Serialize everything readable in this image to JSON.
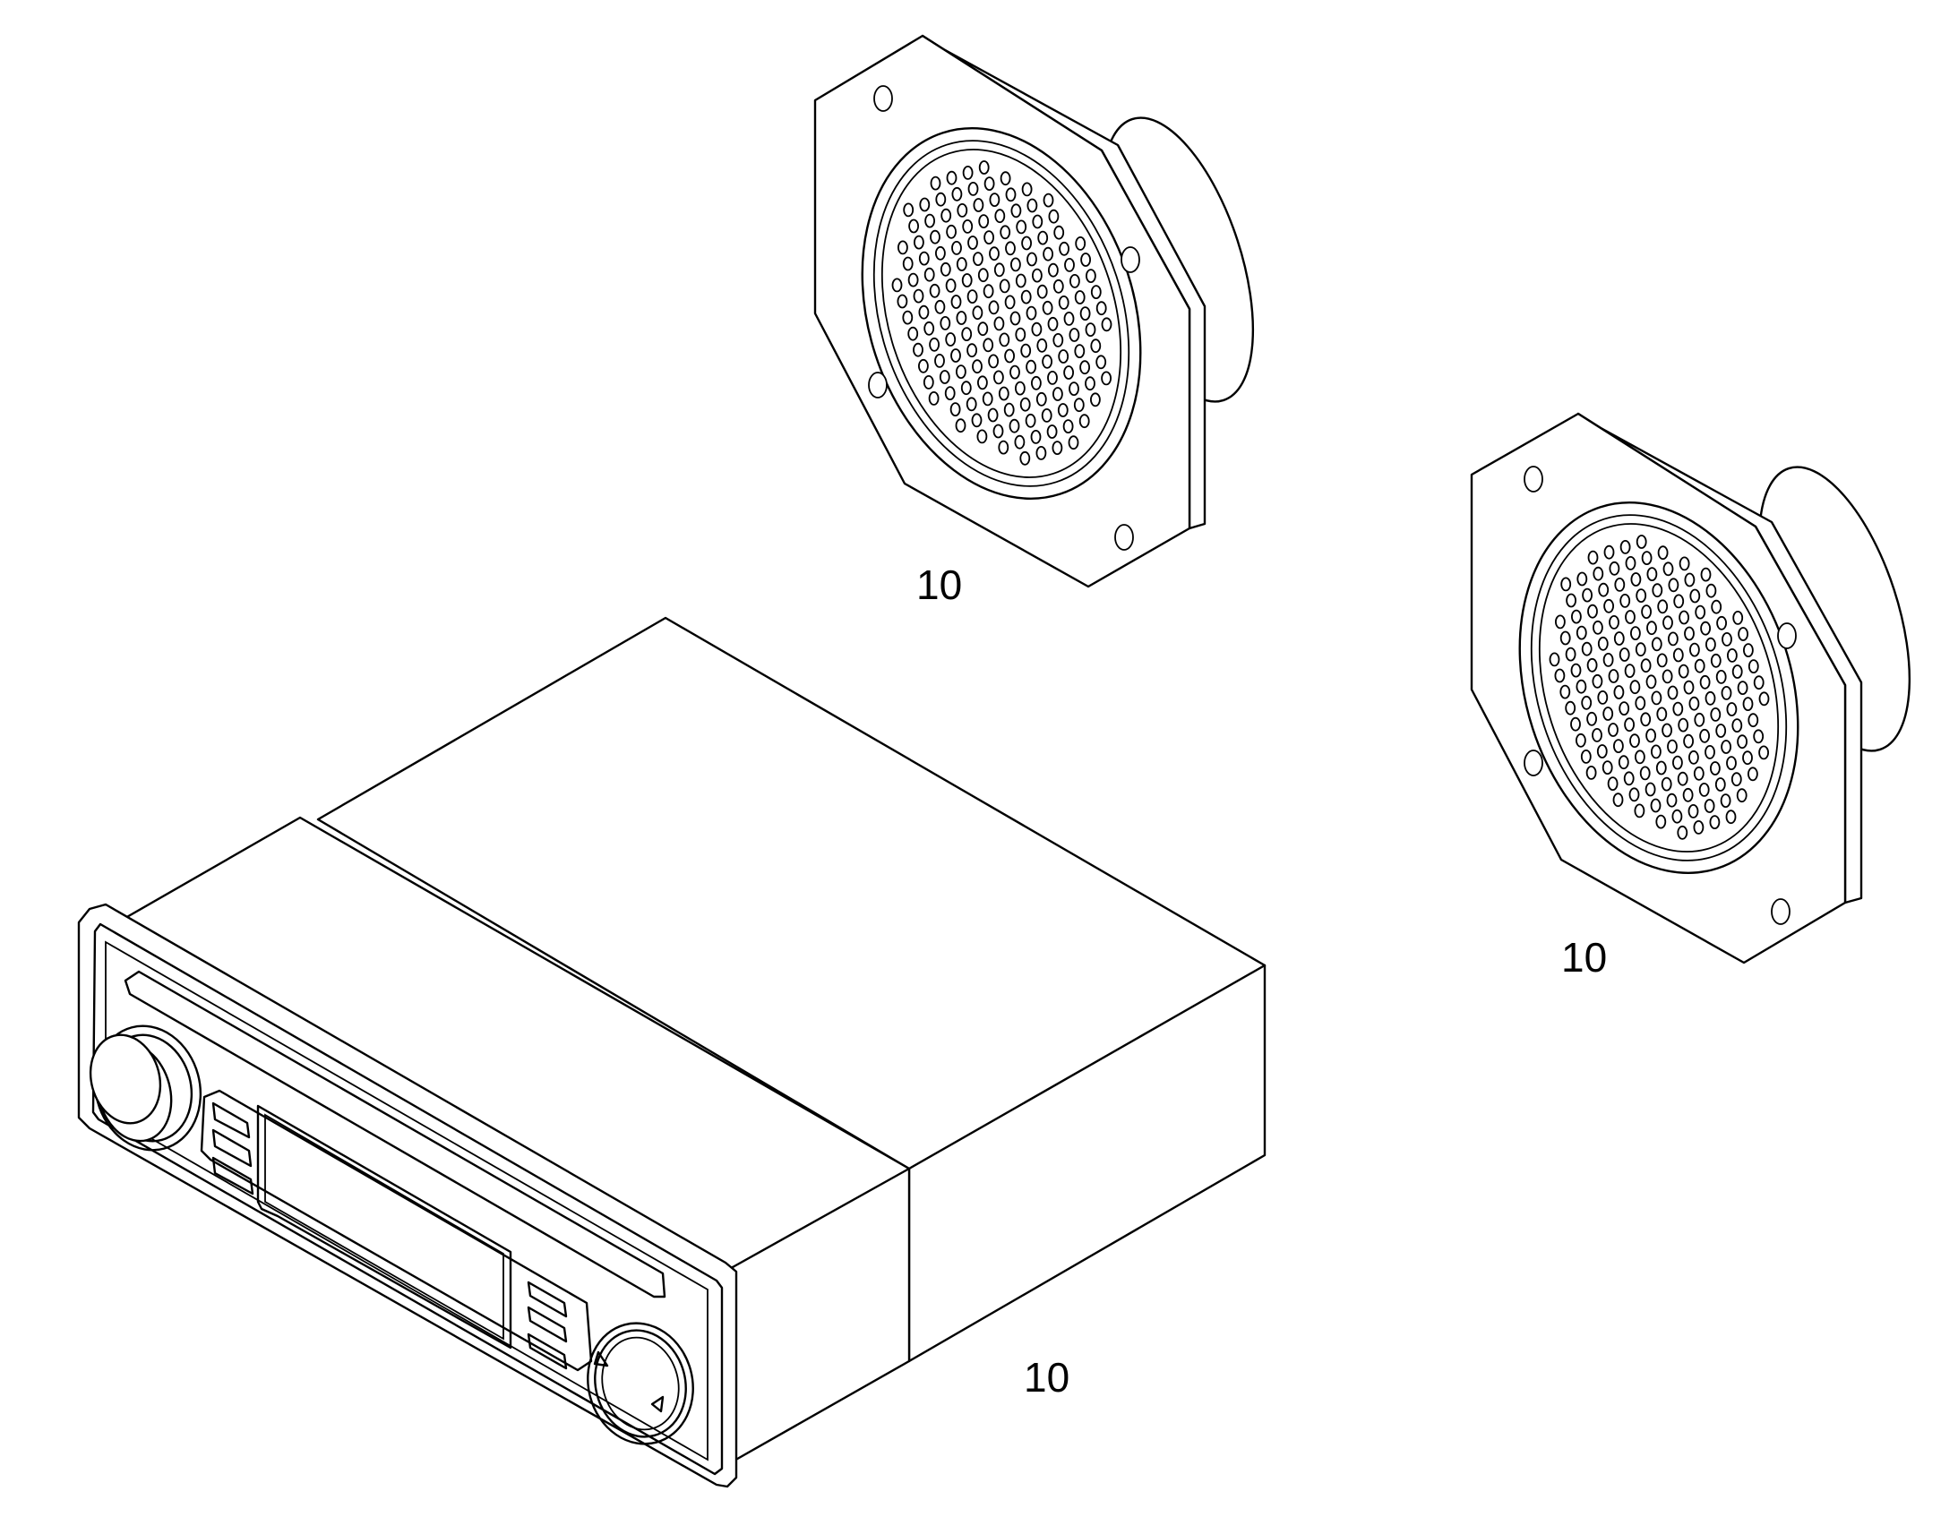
{
  "callouts": {
    "speaker_top": "10",
    "speaker_right": "10",
    "radio_unit": "10"
  },
  "icons": [
    "speaker-top-icon",
    "speaker-right-icon",
    "radio-head-unit-icon"
  ],
  "colors": {
    "line": "#000000",
    "background": "#ffffff"
  }
}
